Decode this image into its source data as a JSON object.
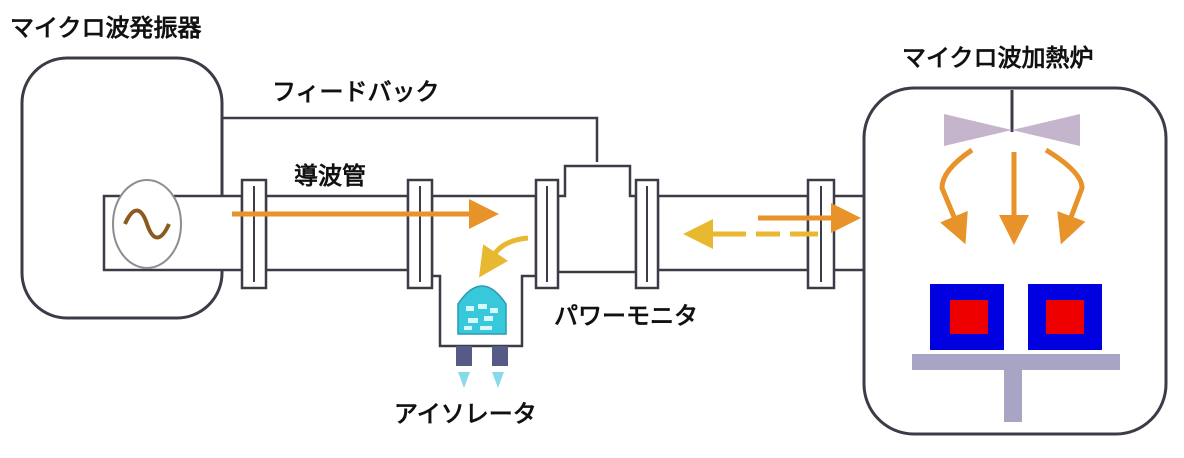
{
  "labels": {
    "generator": "マイクロ波発振器",
    "feedback": "フィードバック",
    "waveguide": "導波管",
    "power_monitor": "パワーモニタ",
    "isolator": "アイソレータ",
    "oven": "マイクロ波加熱炉"
  },
  "colors": {
    "outline": "#3c3c48",
    "forward_arrow": "#e8922a",
    "reflected_arrow": "#e8b830",
    "isolator_body": "#38c8dc",
    "isolator_vent": "#8ad8ec",
    "isolator_terminal": "#565a86",
    "stirrer": "#c4b4cc",
    "sample_outer": "#0000e0",
    "sample_inner": "#ee0000",
    "turntable": "#a8a4c4"
  },
  "icons": {
    "oscillator": "sine-wave-icon",
    "stirrer": "mode-stirrer-icon"
  }
}
